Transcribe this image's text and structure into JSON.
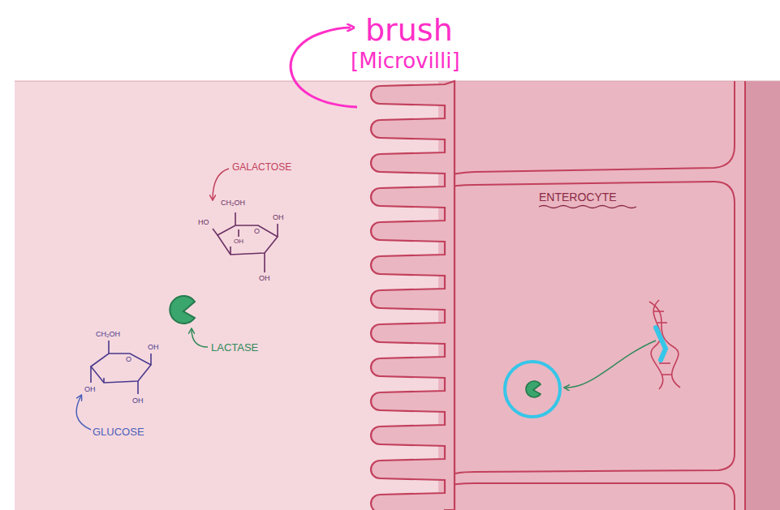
{
  "diagram": {
    "labels": [
      "brush",
      "[Microvilli]",
      "GALACTOSE",
      "CH₂OH",
      "HO",
      "OH",
      "O",
      "OH",
      "OH",
      "LACTASE",
      "CH₂OH",
      "O",
      "OH",
      "OH",
      "OH",
      "GLUCOSE",
      "ENTEROCYTE"
    ]
  }
}
